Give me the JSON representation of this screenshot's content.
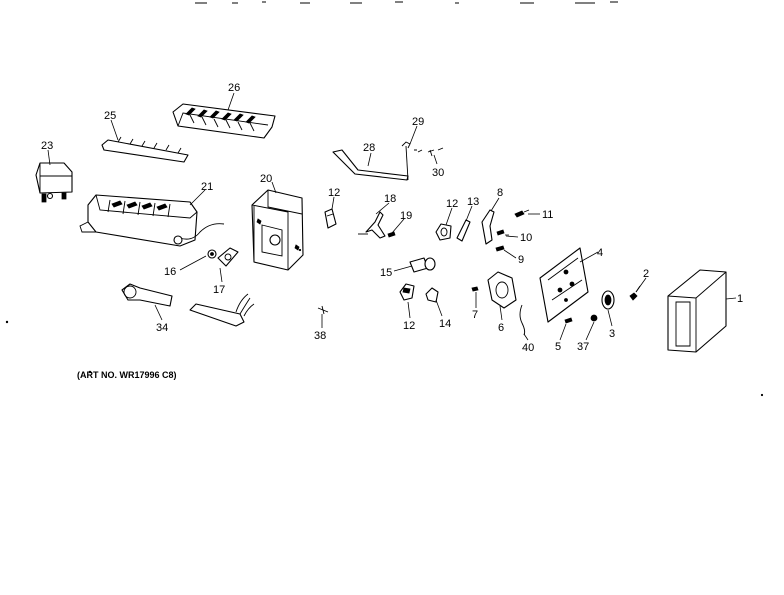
{
  "diagram": {
    "caption": "(ART NO. WR17996 C8)",
    "callouts": {
      "n26": "26",
      "n25": "25",
      "n23": "23",
      "n21": "21",
      "n20": "20",
      "n29": "29",
      "n28": "28",
      "n30": "30",
      "n12a": "12",
      "n18": "18",
      "n19": "19",
      "n12b": "12",
      "n13": "13",
      "n8": "8",
      "n11": "11",
      "n10": "10",
      "n9": "9",
      "n16": "16",
      "n17": "17",
      "n15": "15",
      "n4": "4",
      "n2": "2",
      "n1": "1",
      "n34": "34",
      "n38": "38",
      "n12c": "12",
      "n14": "14",
      "n7": "7",
      "n6": "6",
      "n40": "40",
      "n5": "5",
      "n37": "37",
      "n3": "3"
    }
  }
}
